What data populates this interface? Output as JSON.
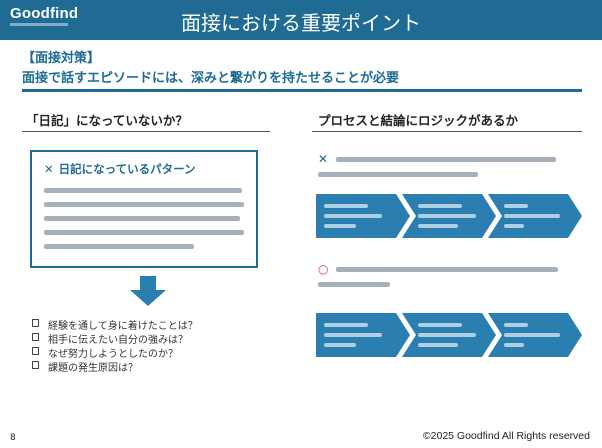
{
  "header": {
    "logo": "Goodfind",
    "title": "面接における重要ポイント"
  },
  "subtitle": {
    "line1": "【面接対策】",
    "line2": "面接で話すエピソードには、深みと繋がりを持たせることが必要"
  },
  "left": {
    "heading": "「日記」になっていないか？",
    "pattern_box": {
      "icon": "x-mark-icon",
      "title": "日記になっているパターン",
      "body_lines": [
        "",
        "",
        "",
        "",
        ""
      ]
    },
    "check_items": [
      "経験を通して身に着けたことは？",
      "相手に伝えたい自分の強みは？",
      "なぜ努力しようとしたのか？",
      "課題の発生原因は？"
    ]
  },
  "right": {
    "heading": "プロセスと結論にロジックがあるか",
    "bad": {
      "icon": "x-mark-icon",
      "text": ""
    },
    "bad_flow": [
      {
        "label": ""
      },
      {
        "label": ""
      },
      {
        "label": ""
      }
    ],
    "good": {
      "icon": "circle-icon",
      "text": ""
    },
    "good_flow": [
      {
        "label": ""
      },
      {
        "label": ""
      },
      {
        "label": ""
      }
    ]
  },
  "footer": {
    "page": "8",
    "copyright": "©2025 Goodfind All Rights reserved"
  },
  "colors": {
    "brand": "#1f6b93",
    "chevron": "#2a7fb0",
    "good_mark": "#d04040"
  }
}
